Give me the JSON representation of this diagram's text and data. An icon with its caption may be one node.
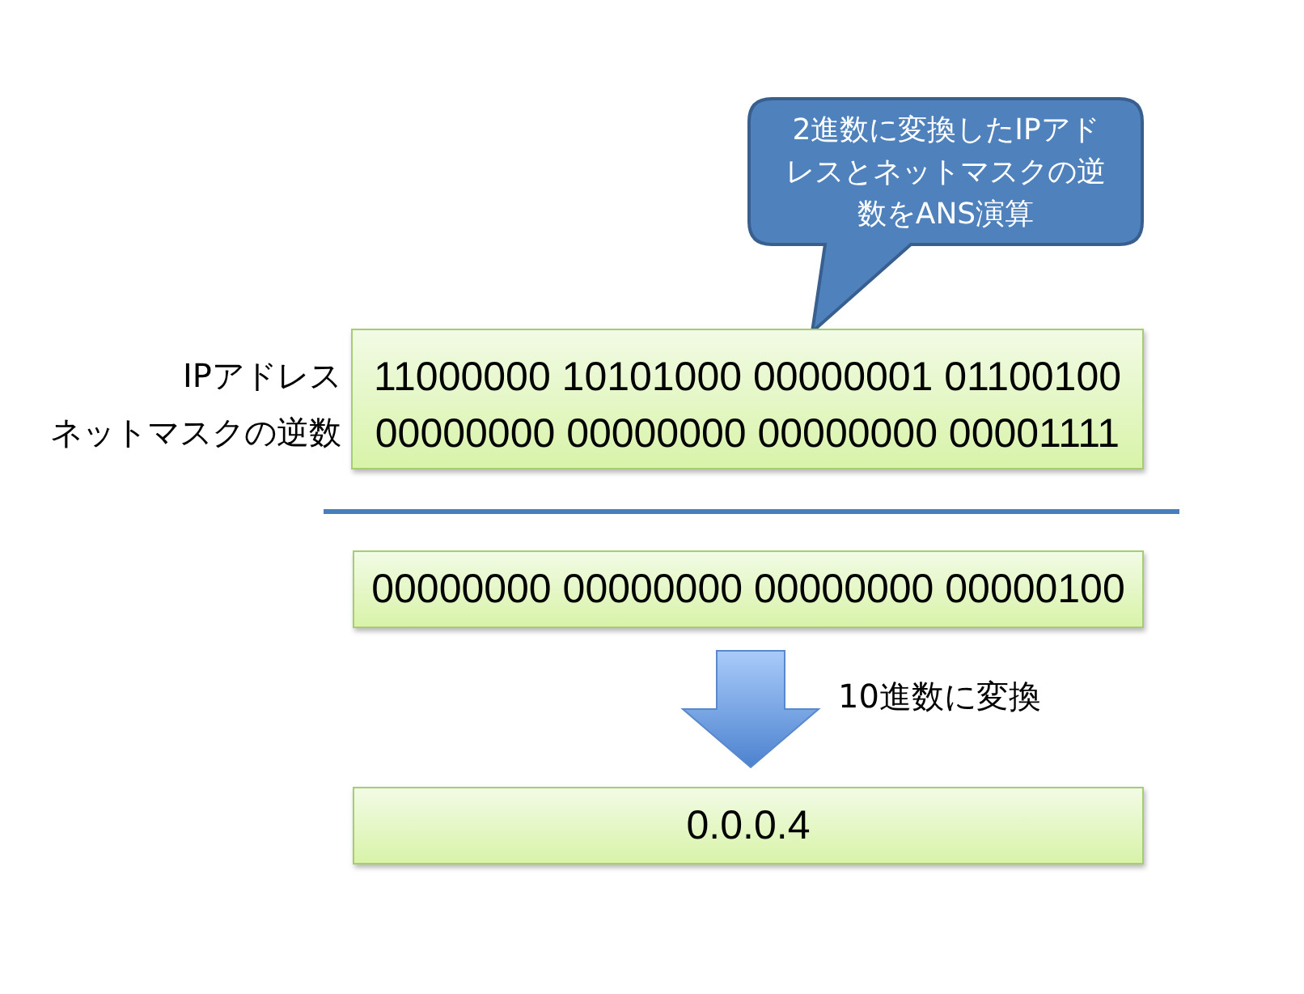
{
  "diagram": {
    "nodes": [
      {
        "text": [
          "2進数に変換したIPアドレスとネットマスクの逆数をANS演算"
        ]
      },
      {
        "text": [
          "11000000 10101000 00000001 01100100",
          "00000000 00000000 00000000 00001111"
        ],
        "beside": [
          "IPアドレス",
          "ネットマスクの逆数"
        ]
      },
      {
        "text": [
          "00000000 00000000 00000000 00000100"
        ]
      },
      {
        "text": [
          "0.0.0.4"
        ]
      }
    ],
    "edges": [
      {
        "from": 2,
        "to": 3,
        "arrow": "to",
        "label": "10進数に変換"
      }
    ]
  }
}
